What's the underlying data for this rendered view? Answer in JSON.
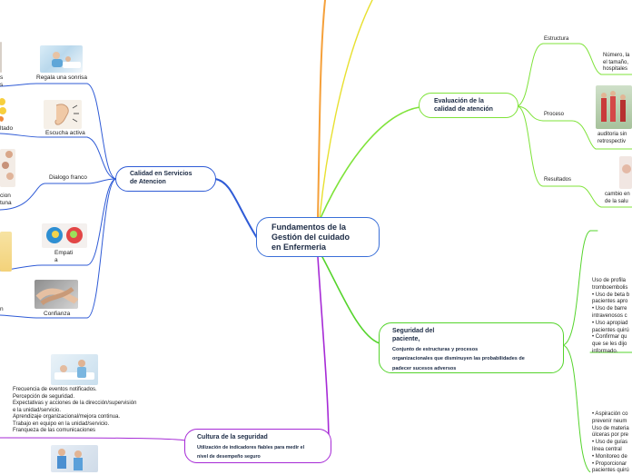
{
  "central": "Fundamentos de la\nGestión del cuidado\nen Enfermeria",
  "colors": {
    "calidad": "#2f5bd6",
    "evaluacion": "#7fe33a",
    "seguridad": "#55d42c",
    "cultura": "#a62ad6",
    "orange": "#f5a03a",
    "yellow": "#e8e030",
    "central_border": "#3a6fd8"
  },
  "calidad": {
    "title": "Calidad en Servicios\nde Atencion",
    "items": [
      "Regala una sonrisa",
      "Escucha activa",
      "Dialogo franco",
      "Empati\na",
      "Confianza"
    ],
    "cut_labels": [
      "s\ns",
      "ltado",
      "cion\ntuna",
      "n"
    ]
  },
  "evaluacion": {
    "title": "Evaluación de la\ncalidad de atención",
    "items": [
      "Estructura",
      "Proceso",
      "Resultados"
    ],
    "sub": [
      "Número, la\nel tamaño,\nhospitales",
      "auditoria sin\nretrospectiv",
      "cambio en\nde la salu"
    ]
  },
  "seguridad": {
    "title": "Seguridad del\npaciente,",
    "subtitle": "Conjunto de estructuras y procesos\norganizacionales que disminuyen las probabilidades de\npadecer sucesos adversos",
    "text1": "Uso de profila\ntromboembolis\n• Uso de beta b\npacientes apro\n• Uso de barre\nintravenosos c\n• Uso apropiad\npacientes quirú\n• Confirmar qu\nque se les dijo\ninformado.",
    "text2": "• Aspiración co\nprevenir neum\nUso de materia\núlceras por pre\n• Uso de guías\nlínea central\n• Monitoreo de\n• Proporcionar\npacientes quirú"
  },
  "cultura": {
    "title": "Cultura de la seguridad",
    "subtitle": "Utilización de indicadores fiables para medir el\nnivel de desempeño seguro",
    "list": "Frecuencia de eventos notificados.\nPercepción de seguridad.\nExpectativas y acciones de la dirección/supervisión\ne la unidad/servicio.\nAprendizaje organizacional/mejora continua.\nTrabajo en equipo en la unidad/servicio.\nFranqueza de las comunicaciones"
  }
}
